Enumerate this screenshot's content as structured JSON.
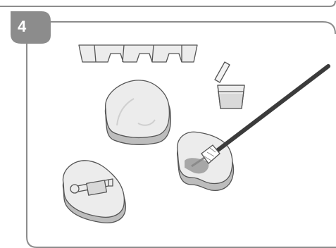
{
  "step": {
    "number": "4"
  },
  "colors": {
    "badge": "#8c8c8c",
    "frame_stroke": "#8c8c8c",
    "item_fill": "#e9e9e9",
    "item_stroke": "#555555",
    "base_fill": "#bdbdbd",
    "brush_handle": "#3b3b3b"
  },
  "illustration": {
    "items": [
      "molds-tray",
      "glue-cup-with-stick",
      "plaster-stone-blank",
      "stone-with-brooch-pin",
      "stone-being-brushed"
    ]
  }
}
